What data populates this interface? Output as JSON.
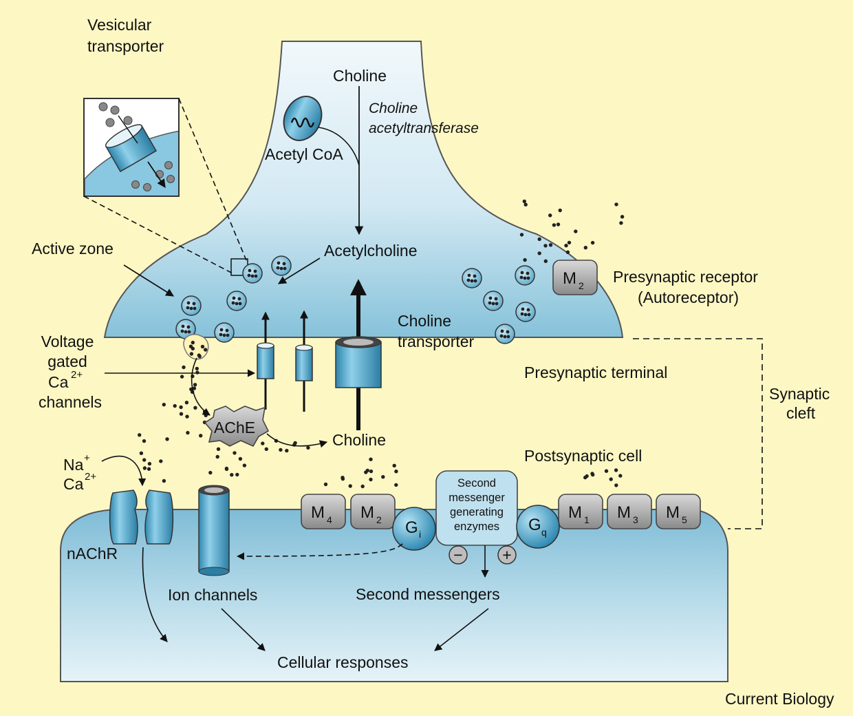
{
  "labels": {
    "vesicular_transporter": [
      "Vesicular",
      "transporter"
    ],
    "choline_top": "Choline",
    "choline_acetyltransferase": [
      "Choline",
      "acetyltransferase"
    ],
    "acetyl_coa": "Acetyl CoA",
    "active_zone": "Active zone",
    "acetylcholine": "Acetylcholine",
    "presynaptic_receptor": [
      "Presynaptic receptor",
      "(Autoreceptor)"
    ],
    "choline_transporter": [
      "Choline",
      "transporter"
    ],
    "voltage_gated": [
      "Voltage",
      "gated",
      "Ca",
      "channels"
    ],
    "ca_charge": "2+",
    "presynaptic_terminal": "Presynaptic terminal",
    "synaptic_cleft": [
      "Synaptic",
      "cleft"
    ],
    "ache": "AChE",
    "choline_cleft": "Choline",
    "postsynaptic_cell": "Postsynaptic cell",
    "na_ion": "Na",
    "na_charge": "+",
    "ca_ion": "Ca",
    "ca_ion_charge": "2+",
    "second_messenger_enzymes": [
      "Second",
      "messenger",
      "generating",
      "enzymes"
    ],
    "nachr": "nAChR",
    "ion_channels": "Ion channels",
    "second_messengers": "Second messengers",
    "cellular_responses": "Cellular responses",
    "minus": "−",
    "plus": "+",
    "credit": "Current Biology"
  },
  "receptors": {
    "presynaptic_m": "M",
    "presynaptic_m_sub": "2",
    "post": [
      {
        "letter": "M",
        "sub": "4"
      },
      {
        "letter": "M",
        "sub": "2"
      },
      {
        "letter": "M",
        "sub": "1"
      },
      {
        "letter": "M",
        "sub": "3"
      },
      {
        "letter": "M",
        "sub": "5"
      }
    ],
    "gi": "G",
    "gi_sub": "i",
    "gq": "G",
    "gq_sub": "q"
  },
  "colors": {
    "background": "#fdf7c4",
    "cell_light": "#e6f3f8",
    "cell_dark": "#7fbcd6",
    "outline": "#555555",
    "receptor_gray": "#a6a6a6",
    "channel_blue": "#4aa3c8"
  }
}
